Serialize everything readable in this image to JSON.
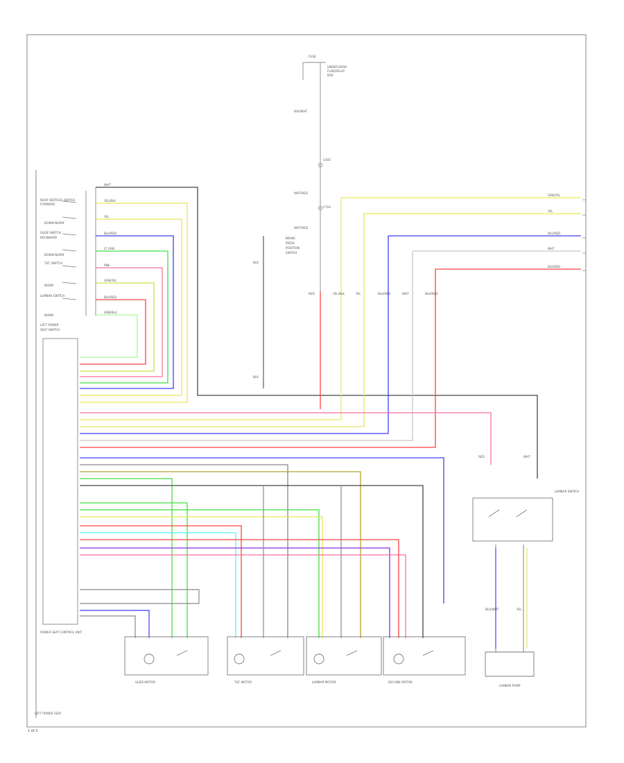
{
  "colors": {
    "black": "#333333",
    "gray": "#8a8a8a",
    "yellow": "#e8e85a",
    "green": "#3ee03e",
    "blue": "#3c3cff",
    "red": "#ff4040",
    "pink": "#ff6ea0",
    "lightgreen": "#a9f59a",
    "yellowgreen": "#c8e640",
    "cyan": "#54f4f4",
    "purple": "#8a2be2",
    "white_wire": "#d8d8d8",
    "olive": "#b0a030"
  },
  "labels": {
    "left_power_seat": "LEFT POWER SEAT",
    "power_seat_switch": "LEFT POWER SEAT SWITCH",
    "control_unit": "POWER SEAT CONTROL UNIT",
    "slide_motor": "SLIDE MOTOR",
    "tilt_motor": "TILT MOTOR",
    "lumbar_motor": "LUMBAR MOTOR",
    "recline_motor": "RECLINE MOTOR",
    "lumbar_switch": "LUMBAR SWITCH",
    "lumbar_pump": "LUMBAR PUMP",
    "fuse_top": "FUSE",
    "page_ref": "1 of 2"
  },
  "wire_colors": {
    "wht": "WHT",
    "yel_blk": "YEL/BLK",
    "yel": "YEL",
    "blu_red": "BLU/RED",
    "lt_grn": "LT GRN",
    "pnk": "PNK",
    "grn_yel": "GRN/YEL",
    "blk_red": "BLK/RED",
    "grn_blu": "GRN/BLU",
    "blk": "BLK",
    "red": "RED",
    "blu_wht": "BLU/WHT"
  }
}
